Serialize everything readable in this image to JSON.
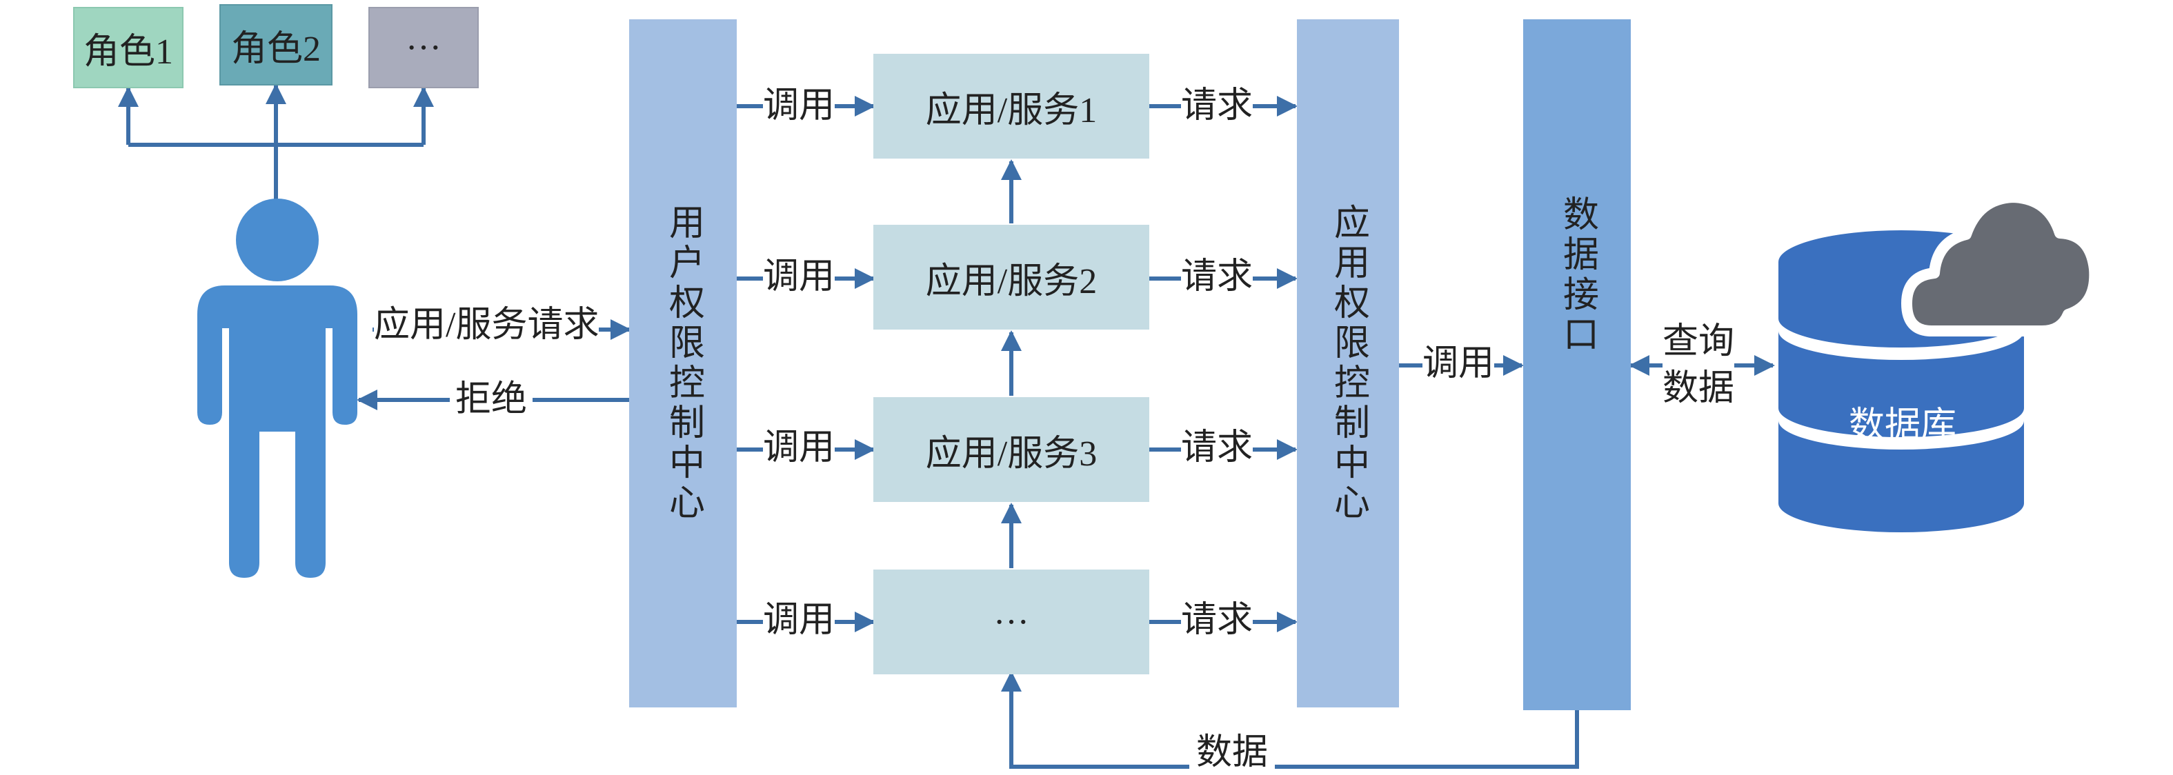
{
  "roles": [
    {
      "label": "角色1",
      "color": "#9fd6c0"
    },
    {
      "label": "角色2",
      "color": "#6aaab6"
    },
    {
      "label": "···",
      "color": "#a9acbc"
    }
  ],
  "user_icon_color": "#4a8dd0",
  "edge_labels": {
    "app_request": "应用/服务请求",
    "reject": "拒绝",
    "call": "调用",
    "request": "请求",
    "query_data": "查询\n数据",
    "data": "数据"
  },
  "user_auth_center": {
    "label": "用户权限控制中心",
    "color": "#a3bfe3"
  },
  "services": [
    {
      "label": "应用/服务1"
    },
    {
      "label": "应用/服务2"
    },
    {
      "label": "应用/服务3"
    },
    {
      "label": "···"
    }
  ],
  "service_color": "#c5dce3",
  "app_auth_center": {
    "label": "应用权限控制中心",
    "color": "#a3bfe3"
  },
  "data_interface": {
    "label": "数据接口",
    "color": "#7ba8da"
  },
  "database": {
    "label": "数据库",
    "color": "#3a70bf",
    "cloud_color": "#676b73"
  },
  "arrow_color": "#3d6fa8"
}
